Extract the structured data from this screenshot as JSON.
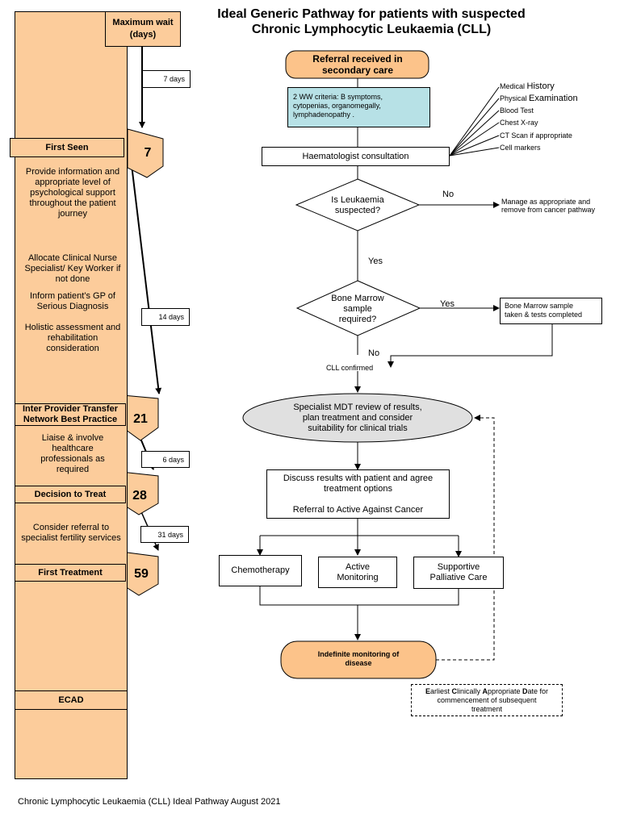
{
  "title": "Ideal Generic Pathway for patients with suspected\nChronic Lymphocytic Leukaemia (CLL)",
  "footer": "Chronic Lymphocytic Leukaemia (CLL) Ideal Pathway August 2021",
  "colors": {
    "panel": "#fccc9b",
    "criteria": "#b7e1e6",
    "mdt": "#e0e0e0"
  },
  "timeline": {
    "max_wait": "Maximum wait\n(days)",
    "milestones": [
      {
        "label": "First Seen",
        "day": "7"
      },
      {
        "label": "Inter Provider Transfer\nNetwork Best Practice",
        "day": "21"
      },
      {
        "label": "Decision to Treat",
        "day": "28"
      },
      {
        "label": "First Treatment",
        "day": "59"
      }
    ],
    "ecad": "ECAD",
    "intervals": [
      "7 days",
      "14 days",
      "6 days",
      "31 days"
    ],
    "actions": [
      "Provide information and\nappropriate level of\npsychological support\nthroughout the patient\njourney",
      "Allocate Clinical Nurse\nSpecialist/ Key Worker if\nnot done",
      "Inform patient’s GP of\nSerious Diagnosis",
      "Holistic assessment and\nrehabilitation\nconsideration",
      "Liaise & involve\nhealthcare\nprofessionals as\nrequired",
      "Consider referral to\nspecialist fertility services"
    ]
  },
  "flow": {
    "referral": "Referral received in\nsecondary care",
    "criteria": "2 WW criteria: B symptoms,\ncytopenias, organomegally,\nlymphadenopathy .",
    "consultation": "Haematologist consultation",
    "tests": [
      "Medical",
      "History",
      "Physical",
      "Examination",
      "Blood  Test",
      "Chest X-ray",
      "CT Scan if appropriate",
      "Cell markers"
    ],
    "decision1": "Is Leukaemia\nsuspected?",
    "no_label": "No",
    "manage": "Manage as appropriate and\nremove from cancer pathway",
    "yes_label": "Yes",
    "decision2": "Bone Marrow\nsample\nrequired?",
    "bm_taken": "Bone Marrow sample\ntaken & tests completed",
    "cll_confirmed": "CLL confirmed",
    "mdt": "Specialist MDT review of results,\nplan treatment and consider\nsuitability for clinical trials",
    "discuss": "Discuss results with patient and agree\ntreatment options\n\nReferral to Active Against Cancer",
    "options": [
      "Chemotherapy",
      "Active\nMonitoring",
      "Supportive\nPalliative Care"
    ],
    "monitoring": "Indefinite monitoring of\ndisease",
    "ecad_parts": [
      "E",
      "arliest ",
      "C",
      "linically ",
      "A",
      "ppropriate ",
      "D",
      "ate for\ncommencement of subsequent\ntreatment"
    ]
  }
}
